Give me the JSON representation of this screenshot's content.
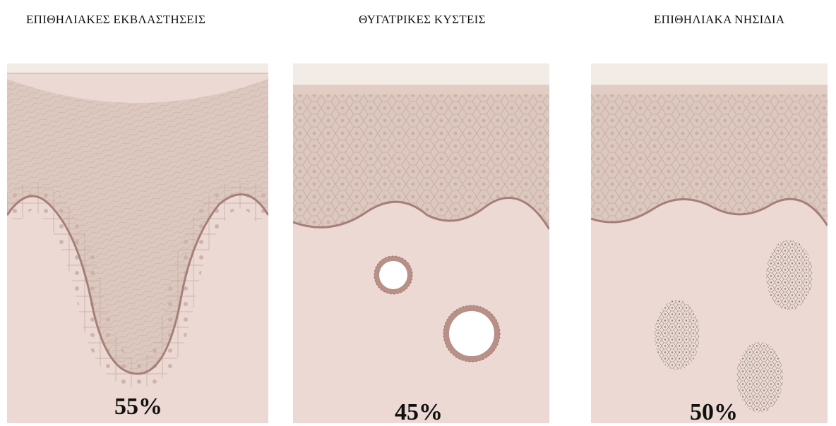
{
  "figure": {
    "panels": [
      {
        "title": "ΕΠΙΘΗΛΙΑΚΕΣ ΕΚΒΛΑΣΤΗΣΕΙΣ",
        "percent": "55%"
      },
      {
        "title": "ΘΥΓΑΤΡΙΚΕΣ ΚΥΣΤΕΙΣ",
        "percent": "45%"
      },
      {
        "title": "ΕΠΙΘΗΛΙΑΚΑ ΝΗΣΙΔΙΑ",
        "percent": "50%"
      }
    ],
    "colors": {
      "dermis": "#ecd9d3",
      "epithelium": "#dcc8bf",
      "basal_line": "#a57f78",
      "cell_outline": "#c3a9a0",
      "surface": "#f3ebe6"
    }
  }
}
